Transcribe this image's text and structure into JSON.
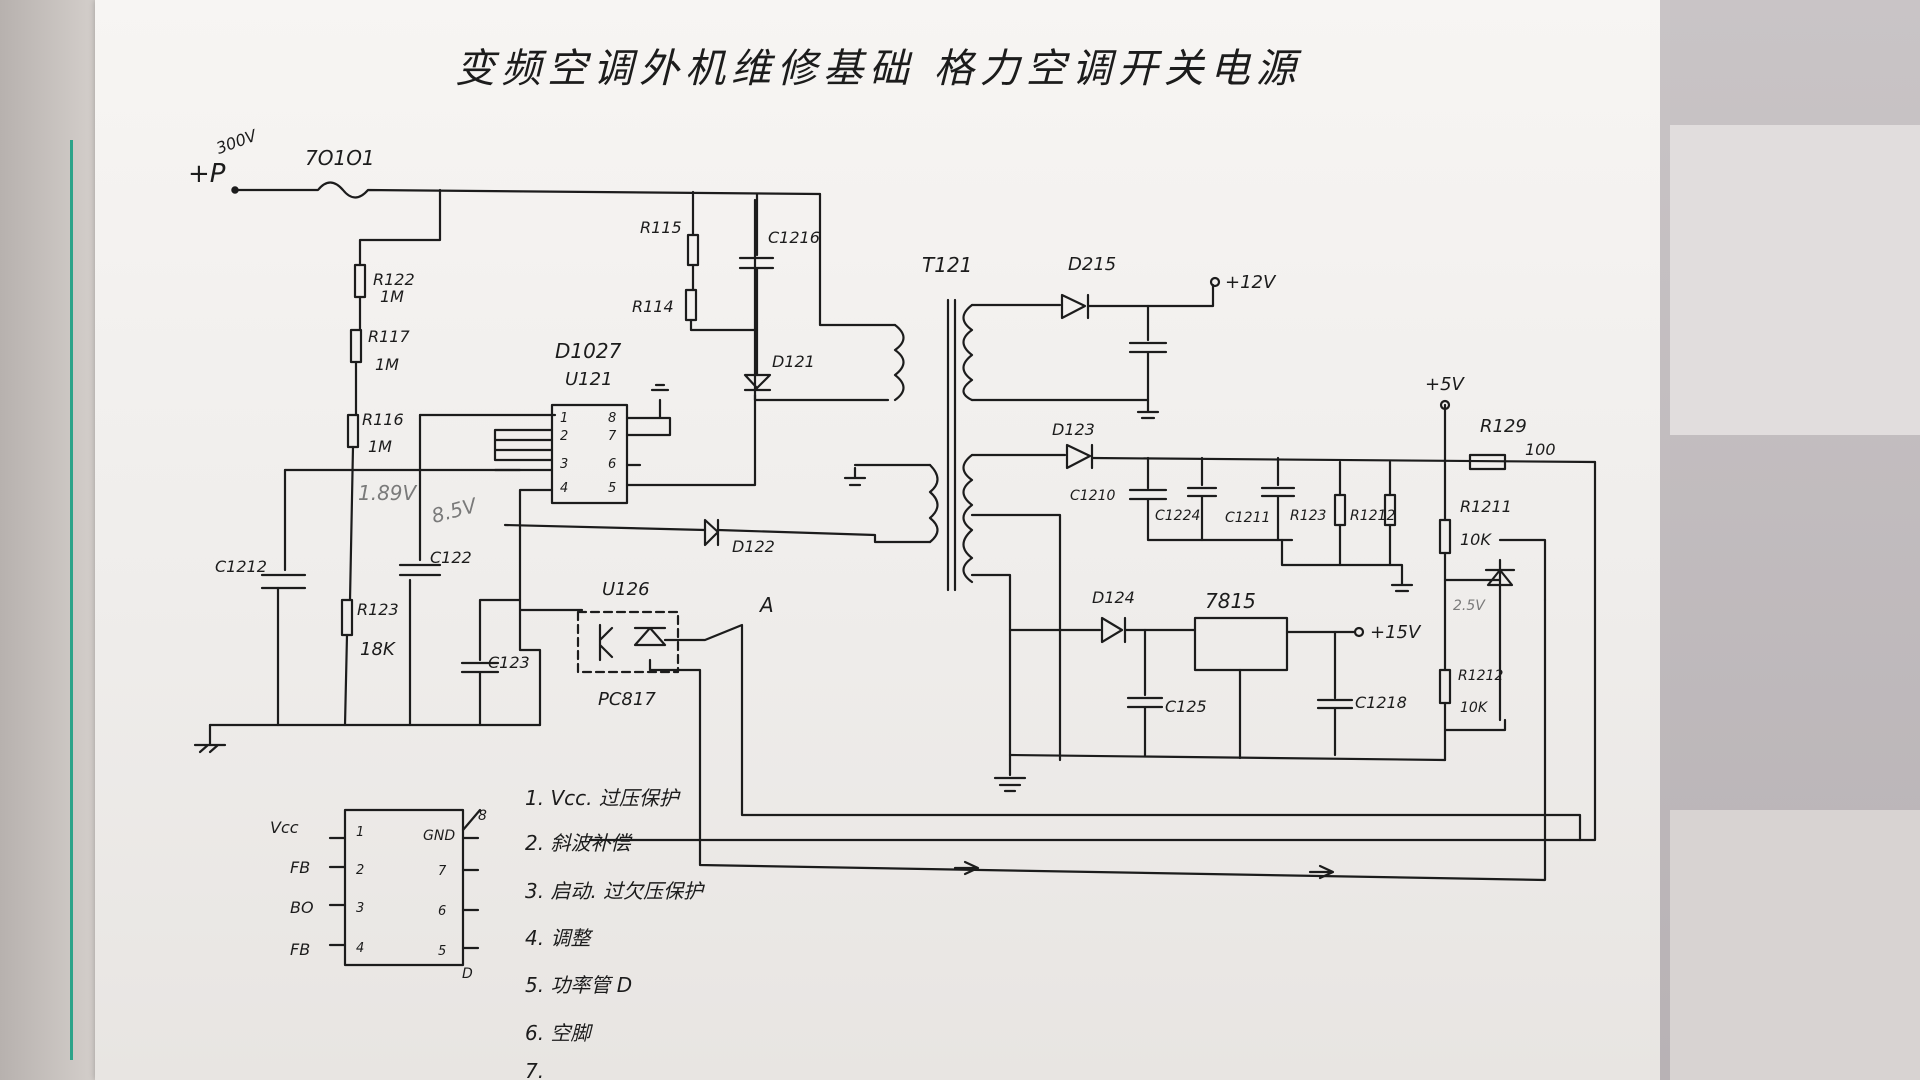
{
  "title": "变频空调外机维修基础  格力空调开关电源",
  "labels": {
    "p300": "+P",
    "v300": "300V",
    "fuse": "7O1O1",
    "r122": "R122",
    "r122v": "1M",
    "r117": "R117",
    "r117v": "1M",
    "r116": "R116",
    "r116v": "1M",
    "r115": "R115",
    "r114": "R114",
    "c1216": "C1216",
    "d121": "D121",
    "ic": "D1027",
    "icu": "U121",
    "c1212": "C1212",
    "r123": "R123",
    "r123v": "18K",
    "c122": "C122",
    "v189": "1.89V",
    "v85": "8.5V",
    "c123": "C123",
    "u126": "U126",
    "pc817": "PC817",
    "ptA": "A",
    "d122": "D122",
    "t121": "T121",
    "d215": "D215",
    "v12": "+12V",
    "d123": "D123",
    "c1210": "C1210",
    "c1224": "C1224",
    "c1211": "C1211",
    "r123b": "R123",
    "r1212": "R1212",
    "v5": "+5V",
    "r129": "R129",
    "r129v": "100",
    "r1211": "R1211",
    "r1211v": "10K",
    "v25": "2.5V",
    "d124": "D124",
    "reg": "7815",
    "v15": "+15V",
    "c125": "C125",
    "c1218": "C1218",
    "r1212b": "R1212",
    "r1212v": "10K"
  },
  "pins": [
    "1",
    "2",
    "3",
    "4",
    "5",
    "6",
    "7",
    "8"
  ],
  "ic_pins": {
    "vcc": "Vcc",
    "fb_left": "FB",
    "bo": "BO",
    "fb": "FB",
    "gnd": "GND",
    "p8": "8",
    "pd": "D",
    "p1": "1",
    "p2": "2",
    "p3": "3",
    "p4": "4",
    "p5": "5",
    "p6": "6",
    "p7": "7"
  },
  "notes": [
    "1. Vcc. 过压保护",
    "2. 斜波补偿",
    "3. 启动. 过欠压保护",
    "4. 调整",
    "5. 功率管 D",
    "6. 空脚",
    "7."
  ],
  "colors": {
    "ink": "#1c1c1c",
    "paper": "#f4f2f0",
    "green_rule": "#2ca389"
  }
}
